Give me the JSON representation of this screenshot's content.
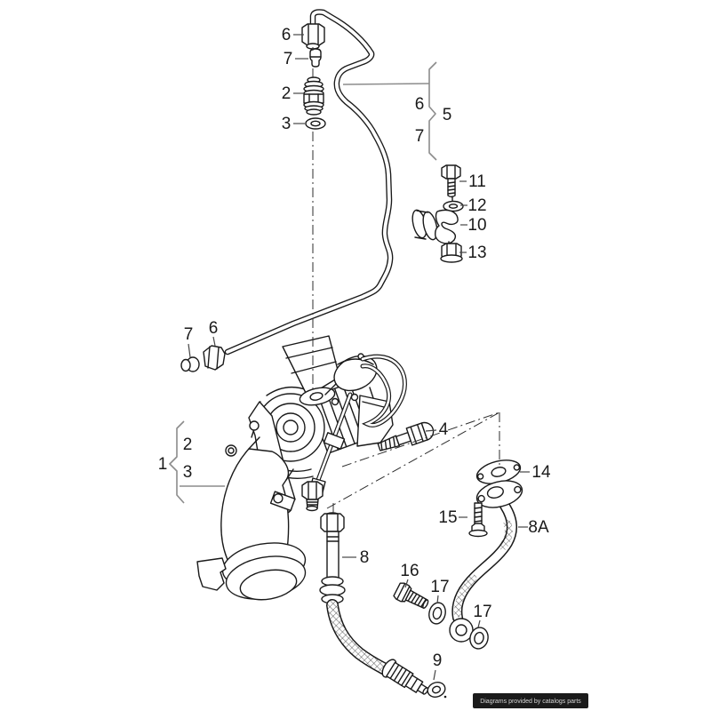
{
  "colors": {
    "line": "#1a1a1a",
    "leader": "#454545",
    "group_leader": "#8c8c8c",
    "background": "#ffffff",
    "badge_bg": "#1b1b1b",
    "badge_text": "#d6d6d6"
  },
  "callouts": [
    "6",
    "7",
    "2",
    "3",
    "6",
    "5",
    "7",
    "11",
    "12",
    "10",
    "13",
    "7",
    "6",
    "1",
    "2",
    "3",
    "4",
    "14",
    "15",
    "8A",
    "8",
    "16",
    "17",
    "17",
    "9"
  ],
  "watermark": {
    "text": "Diagrams provided by catalogs parts"
  }
}
